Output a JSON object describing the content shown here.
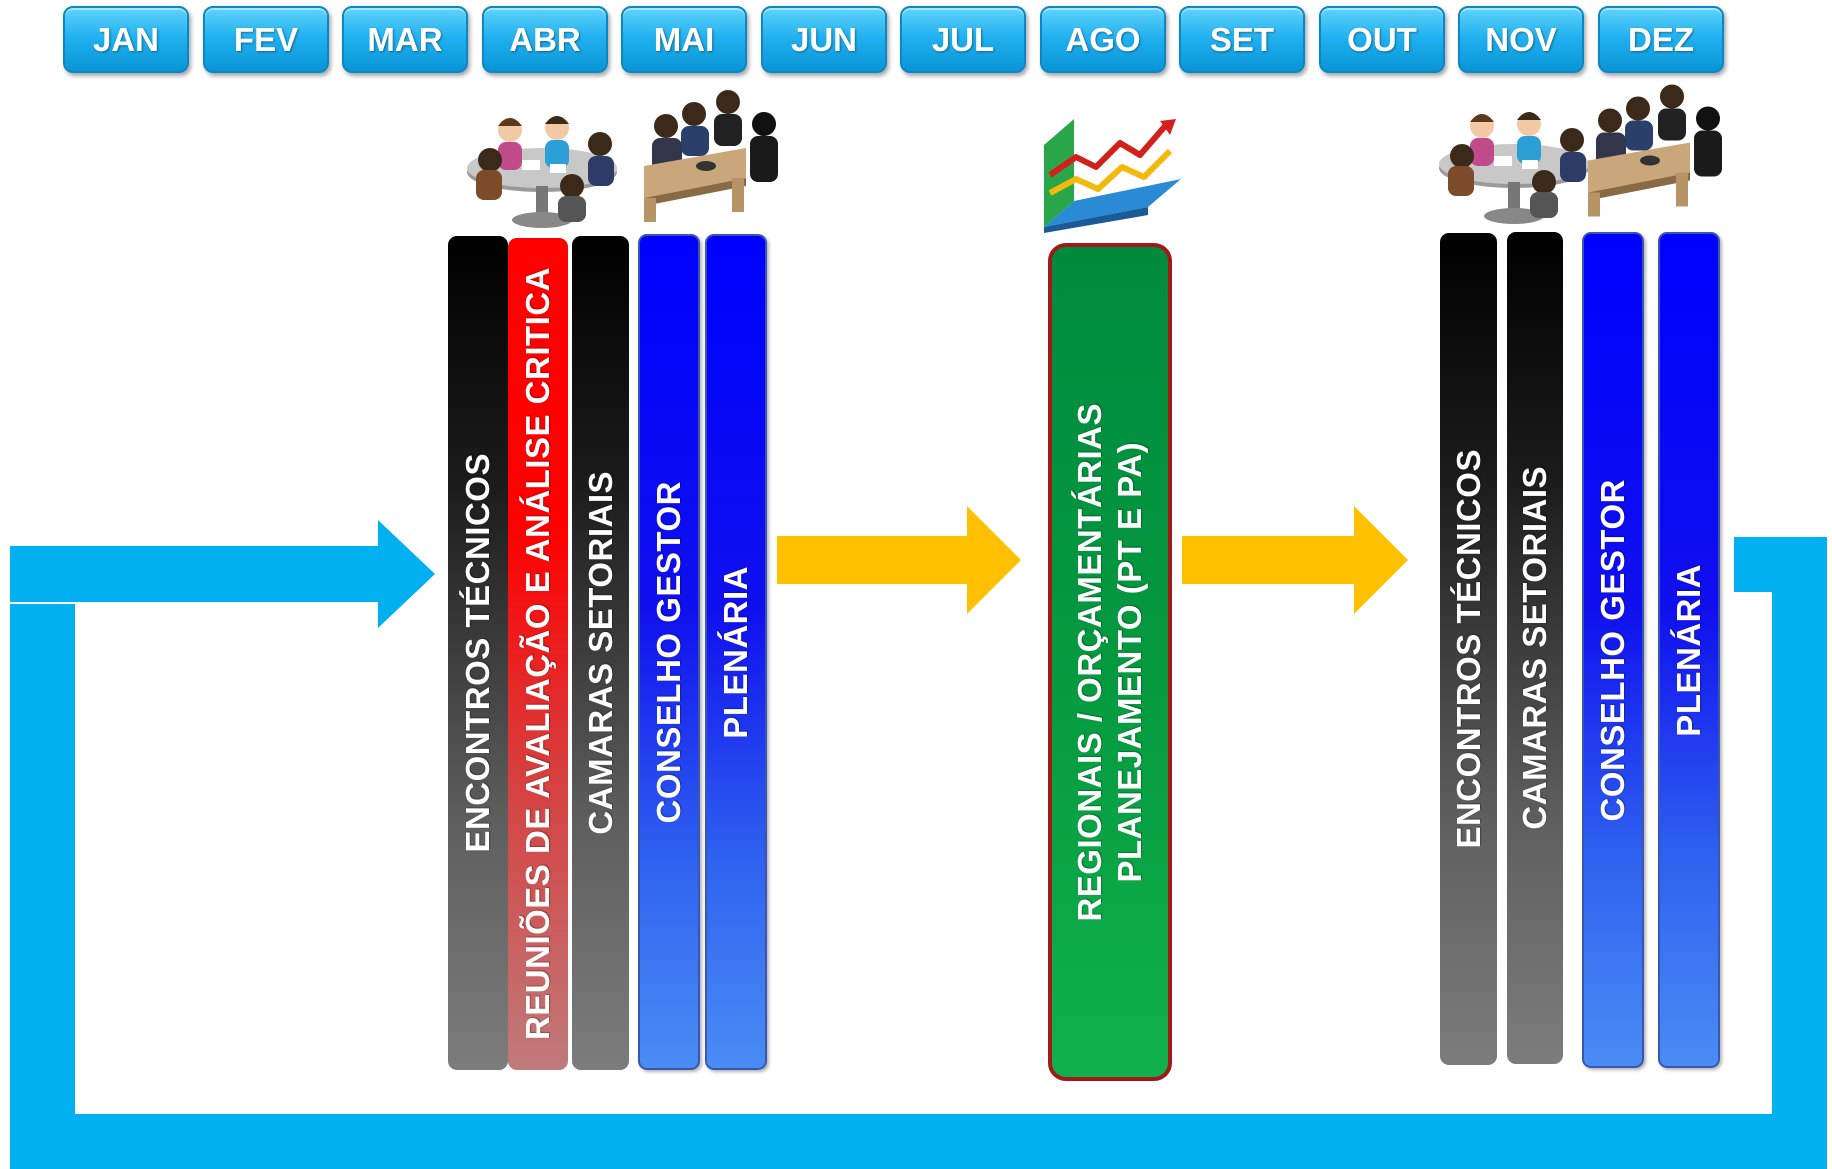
{
  "months": [
    "JAN",
    "FEV",
    "MAR",
    "ABR",
    "MAI",
    "JUN",
    "JUL",
    "AGO",
    "SET",
    "OUT",
    "NOV",
    "DEZ"
  ],
  "stage1": {
    "bars": [
      {
        "label": "ENCONTROS TÉCNICOS",
        "style": "black"
      },
      {
        "label": "REUNIÕES DE AVALIAÇÃO E ANÁLISE CRITICA",
        "style": "red"
      },
      {
        "label": "CAMARAS SETORIAIS",
        "style": "black"
      },
      {
        "label": "CONSELHO GESTOR",
        "style": "blue"
      },
      {
        "label": "PLENÁRIA",
        "style": "blue"
      }
    ]
  },
  "stage2": {
    "line1": "REGIONAIS / ORÇAMENTÁRIAS",
    "line2": "PLANEJAMENTO (PT E PA)"
  },
  "stage3": {
    "bars": [
      {
        "label": "ENCONTROS TÉCNICOS",
        "style": "black"
      },
      {
        "label": "CAMARAS SETORIAIS",
        "style": "black"
      },
      {
        "label": "CONSELHO GESTOR",
        "style": "blue"
      },
      {
        "label": "PLENÁRIA",
        "style": "blue"
      }
    ]
  },
  "colors": {
    "month_button": "#1fb0ef",
    "cycle_arrow": "#00b0f0",
    "flow_arrow": "#ffc000",
    "bar_black": "#000000",
    "bar_red": "#ff0000",
    "bar_blue": "#0000ff",
    "bar_green": "#00a050"
  },
  "icons": [
    "meeting-round-table-icon",
    "meeting-desk-icon",
    "growth-chart-icon"
  ]
}
